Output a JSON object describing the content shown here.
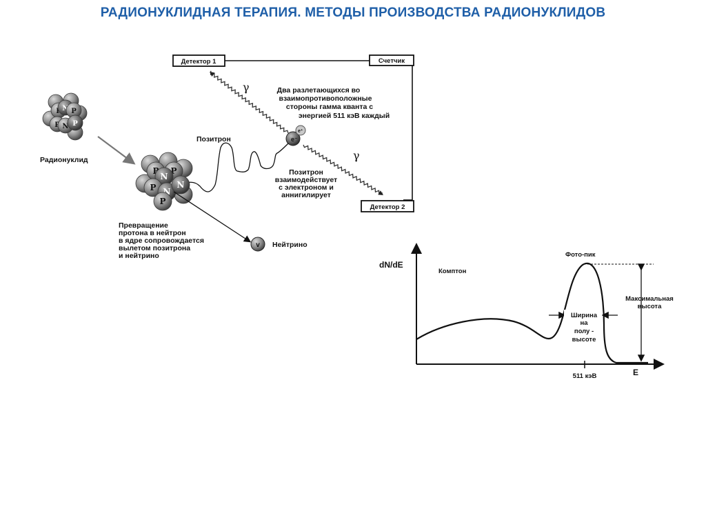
{
  "title": "РАДИОНУКЛИДНАЯ ТЕРАПИЯ. МЕТОДЫ ПРОИЗВОДСТВА РАДИОНУКЛИДОВ",
  "diagram": {
    "detector1": "Детектор 1",
    "detector2": "Детектор 2",
    "counter": "Счетчик",
    "gamma1": "γ",
    "gamma2": "γ",
    "gamma_text": [
      "Два разлетающихся во",
      "взаимопротивоположные",
      "стороны гамма кванта с",
      "энергией 511 кэВ каждый"
    ],
    "positron": "Позитрон",
    "annihilation_text": [
      "Позитрон",
      "взаимодействует",
      "с электроном и",
      "аннигилирует"
    ],
    "electron_label": "e⁻",
    "positron_particle_label": "e⁺",
    "radionuclide": "Радионуклид",
    "conversion_text": [
      "Превращение",
      "протона в нейтрон",
      "в ядре сопровождается",
      "вылетом позитрона",
      "и нейтрино"
    ],
    "neutrino": "Нейтрино",
    "neutrino_symbol": "v",
    "nucleus1_labels": [
      "P",
      "N",
      "P",
      "P",
      "N",
      "P"
    ],
    "nucleus2_labels": [
      "P",
      "P",
      "N",
      "P",
      "N",
      "N",
      "P"
    ]
  },
  "spectrum": {
    "ylabel": "dN/dE",
    "xlabel": "E",
    "compton": "Комптон",
    "photopeak": "Фото-пик",
    "max_height": [
      "Максимальная",
      "высота"
    ],
    "fwhm": [
      "Ширина",
      "на",
      "полу -",
      "высоте"
    ],
    "tick_label": "511 кэВ"
  },
  "colors": {
    "title": "#1f5fa8",
    "ink": "#111111",
    "nucleon_fill": "#8c8c8c",
    "nucleon_dark": "#5a5a5a"
  }
}
